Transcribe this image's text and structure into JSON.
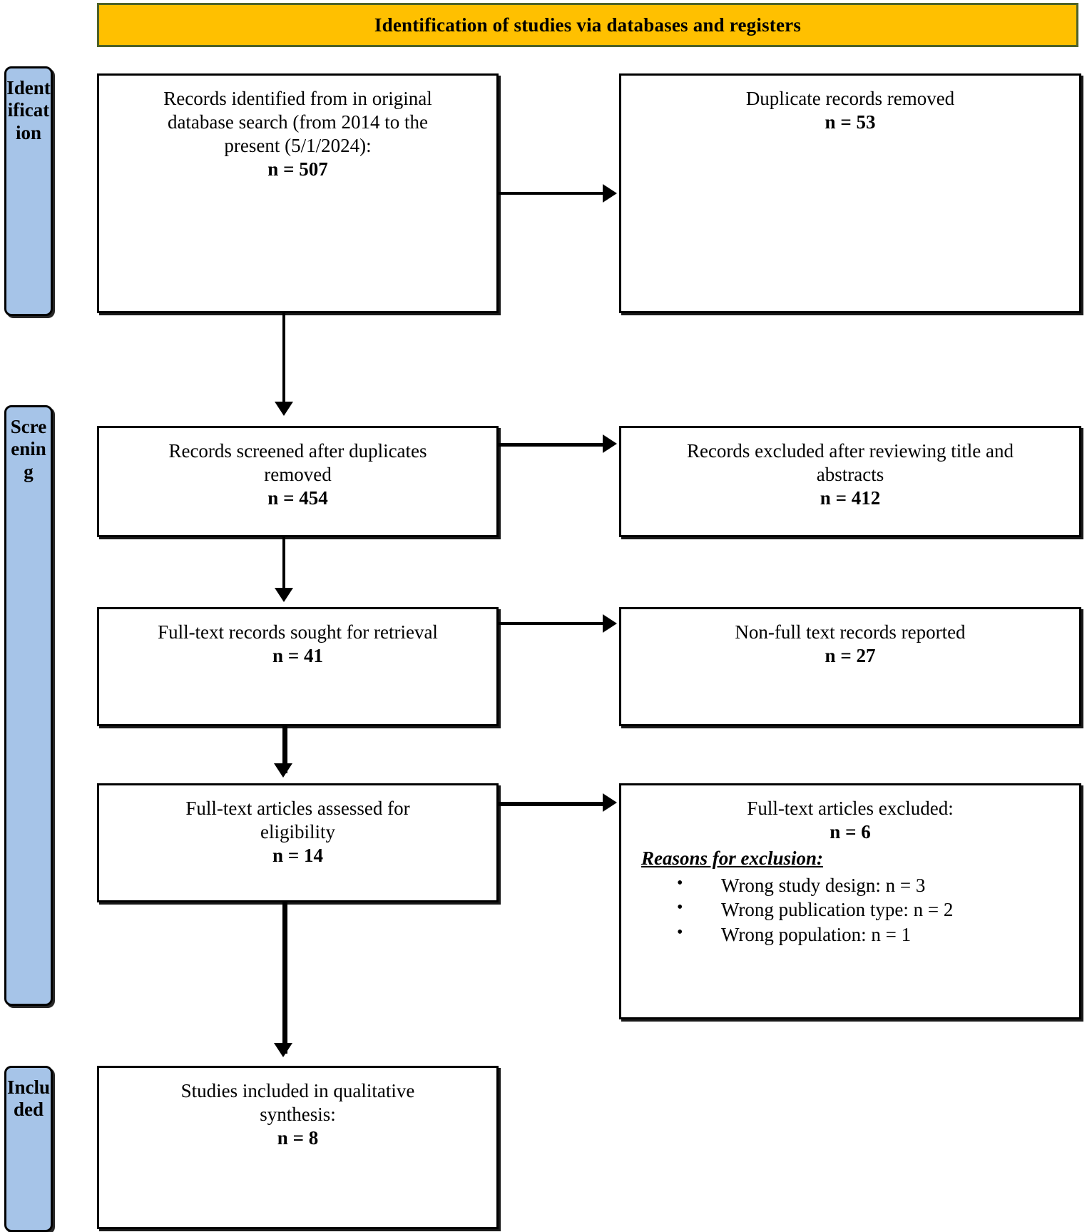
{
  "header": {
    "title": "Identification of studies via databases and registers",
    "background_color": "#FFC000",
    "border_color": "#4F6228"
  },
  "stages": {
    "identification": "Identification",
    "screening": "Screening",
    "included": "Included",
    "pill_color": "#A6C4E8"
  },
  "boxes": {
    "identified": {
      "line1": "Records identified from in original",
      "line2": "database search (from 2014 to the",
      "line3": "present (5/1/2024):",
      "n": "n = 507"
    },
    "duplicates": {
      "line1": "Duplicate records removed",
      "n": "n = 53"
    },
    "screened": {
      "line1": "Records screened after duplicates",
      "line2": "removed",
      "n": "n = 454"
    },
    "excluded_title_abstract": {
      "line1": "Records excluded after reviewing title and",
      "line2": "abstracts",
      "n": "n = 412"
    },
    "sought": {
      "line1": "Full-text records sought for retrieval",
      "n": "n = 41"
    },
    "non_full_text": {
      "line1": "Non-full text records reported",
      "n": "n = 27"
    },
    "assessed": {
      "line1": "Full-text articles assessed for",
      "line2": "eligibility",
      "n": "n = 14"
    },
    "full_text_excluded": {
      "line1": "Full-text articles excluded:",
      "n": "n = 6",
      "reasons_heading": "Reasons for exclusion:",
      "reasons": [
        "Wrong study design: n = 3",
        "Wrong publication type: n = 2",
        "Wrong population: n = 1"
      ]
    },
    "included": {
      "line1": "Studies included in qualitative",
      "line2": "synthesis:",
      "n": "n = 8"
    }
  },
  "chart_data": {
    "type": "diagram",
    "title": "Identification of studies via databases and registers",
    "flow": [
      {
        "stage": "Identification",
        "label": "Records identified from in original database search (from 2014 to the present (5/1/2024):",
        "n": 507
      },
      {
        "stage": "Identification",
        "label": "Duplicate records removed",
        "n": 53
      },
      {
        "stage": "Screening",
        "label": "Records screened after duplicates removed",
        "n": 454
      },
      {
        "stage": "Screening",
        "label": "Records excluded after reviewing title and abstracts",
        "n": 412
      },
      {
        "stage": "Screening",
        "label": "Full-text records sought for retrieval",
        "n": 41
      },
      {
        "stage": "Screening",
        "label": "Non-full text records reported",
        "n": 27
      },
      {
        "stage": "Screening",
        "label": "Full-text articles assessed for eligibility",
        "n": 14
      },
      {
        "stage": "Screening",
        "label": "Full-text articles excluded",
        "n": 6,
        "reasons": [
          {
            "label": "Wrong study design",
            "n": 3
          },
          {
            "label": "Wrong publication type",
            "n": 2
          },
          {
            "label": "Wrong population",
            "n": 1
          }
        ]
      },
      {
        "stage": "Included",
        "label": "Studies included in qualitative synthesis",
        "n": 8
      }
    ]
  }
}
